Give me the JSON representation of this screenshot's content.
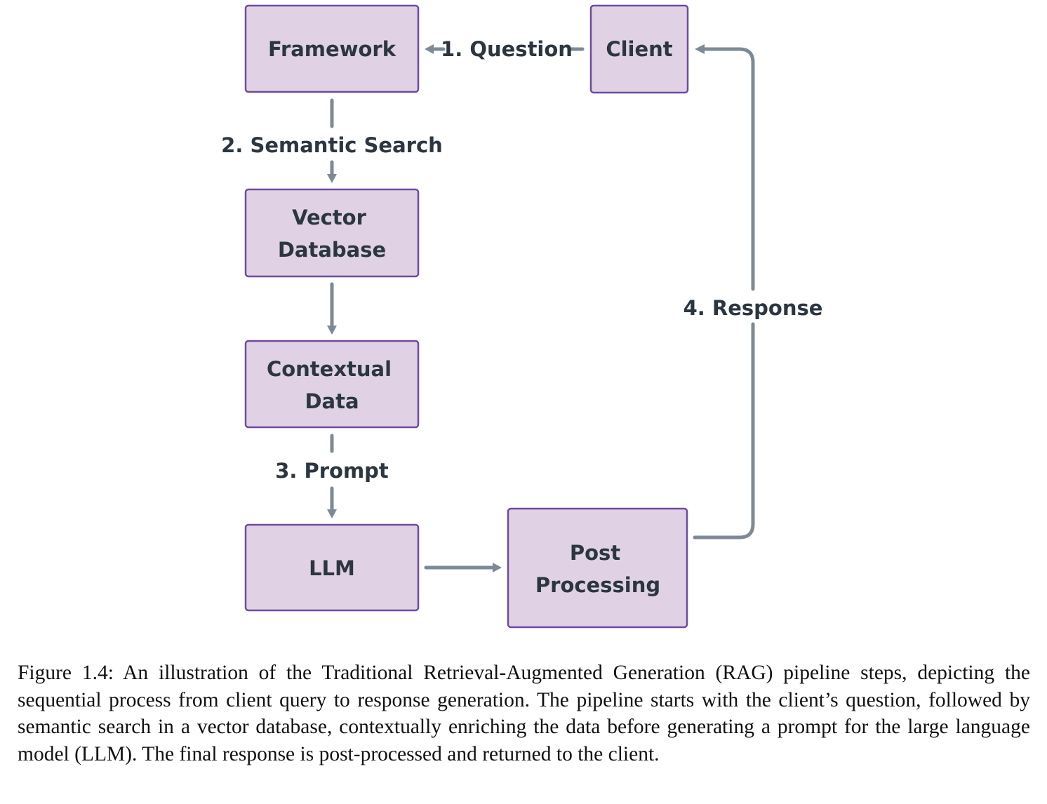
{
  "diagram": {
    "nodes": {
      "framework": {
        "lines": [
          "Framework"
        ]
      },
      "client": {
        "lines": [
          "Client"
        ]
      },
      "vector_db": {
        "lines": [
          "Vector",
          "Database"
        ]
      },
      "contextual": {
        "lines": [
          "Contextual",
          "Data"
        ]
      },
      "llm": {
        "lines": [
          "LLM"
        ]
      },
      "post": {
        "lines": [
          "Post",
          "Processing"
        ]
      }
    },
    "edges": {
      "question": "1. Question",
      "semantic_search": "2. Semantic Search",
      "prompt": "3. Prompt",
      "response": "4. Response"
    },
    "colors": {
      "box_fill": "#e0d2e4",
      "box_border": "#6f4aa0",
      "arrow": "#7d8a96",
      "text": "#2b3640"
    }
  },
  "caption": "Figure 1.4:  An illustration of the Traditional Retrieval-Augmented Generation (RAG) pipeline steps, depicting the sequential process from client query to response generation.  The pipeline starts with the client’s question, followed by semantic search in a vector database, contextually enriching the data before generating a prompt for the large language model (LLM). The final response is post-processed and returned to the client."
}
